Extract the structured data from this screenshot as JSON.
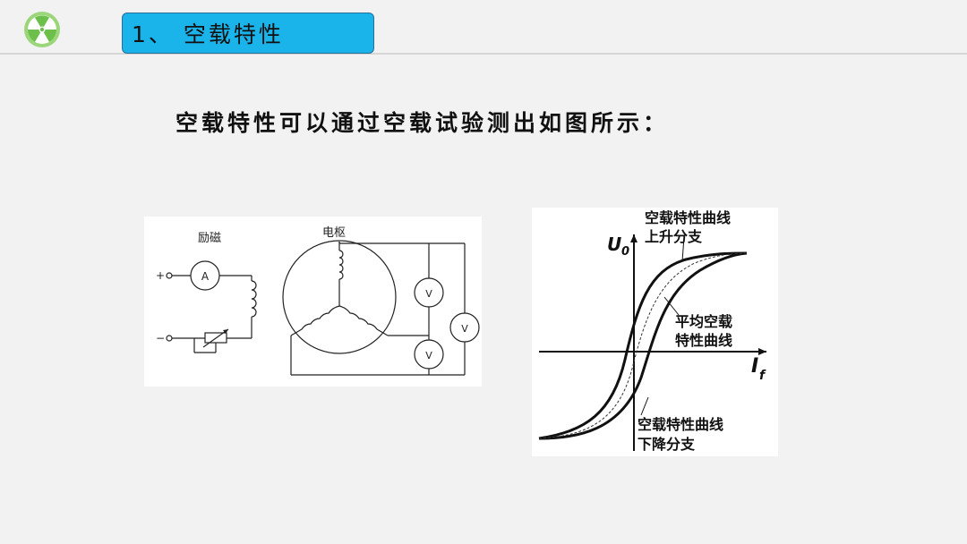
{
  "header": {
    "title": "1、 空载特性",
    "logo_icon": "radiation-icon",
    "accent_color": "#1ab3ea"
  },
  "main": {
    "intro_text": "空载特性可以通过空载试验测出如图所示："
  },
  "circuit_figure": {
    "excitation_label": "励磁",
    "armature_label": "电枢",
    "plus_label": "+",
    "minus_label": "−",
    "ammeter_label": "A",
    "voltmeter_label": "V"
  },
  "curve_figure": {
    "y_axis_label": "U",
    "y_axis_subscript": "0",
    "x_axis_label": "I",
    "x_axis_subscript": "f",
    "rising_branch_line1": "空载特性曲线",
    "rising_branch_line2": "上升分支",
    "average_line1": "平均空载",
    "average_line2": "特性曲线",
    "falling_branch_line1": "空载特性曲线",
    "falling_branch_line2": "下降分支"
  }
}
